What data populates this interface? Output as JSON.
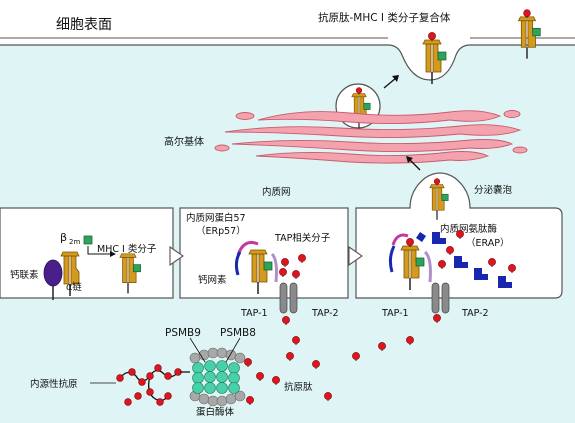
{
  "labels": {
    "cell_surface": "细胞表面",
    "complex_title": "抗原肽-MHC I 类分子复合体",
    "golgi": "高尔基体",
    "er": "内质网",
    "secretory_vesicle": "分泌囊泡",
    "erp57": "内质网蛋白57",
    "erp57_abbr": "（ERp57）",
    "tap_assoc": "TAP相关分子",
    "erap": "内质网氨肽酶",
    "erap_abbr": "（ERAP）",
    "beta2m": "β",
    "beta2m_sub": "2m",
    "mhc1": "MHC I 类分子",
    "calnexin": "钙联素",
    "alpha_chain": "α链",
    "calreticulin": "钙网素",
    "tap1_left": "TAP-1",
    "tap2_left": "TAP-2",
    "tap1_right": "TAP-1",
    "tap2_right": "TAP-2",
    "psmb9": "PSMB9",
    "psmb8": "PSMB8",
    "endogenous_antigen": "内源性抗原",
    "antigen_peptide": "抗原肽",
    "proteasome": "蛋白酶体"
  },
  "colors": {
    "cytoplasm": "#dff5f5",
    "er_lumen": "#ffffff",
    "golgi": "#f3a2ae",
    "golgi_stroke": "#c85c6e",
    "mhc": "#d49a1e",
    "beta2m": "#2fa35a",
    "peptide": "#e0141e",
    "calnexin": "#4b1f8a",
    "tap": "#8a8a8a",
    "erp57": "#c4399e",
    "erap": "#1826b0",
    "proteasome_core": "#48d0a8",
    "proteasome_cap": "#a8a8a8"
  }
}
